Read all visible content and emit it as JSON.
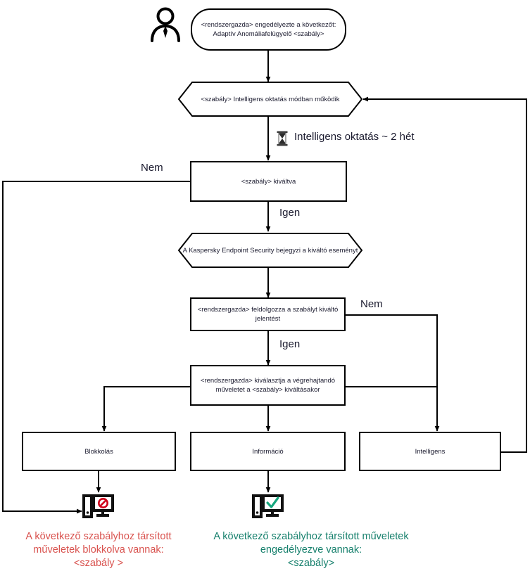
{
  "diagram": {
    "title": "Adaptiv Anomaliafelugyelo szabaly folyamatabra",
    "colors": {
      "stroke": "#000000",
      "text": "#1a1a2e",
      "blocked": "#d9534f",
      "allowed": "#17806d",
      "prohibit": "#d0021b",
      "check": "#17a77e"
    },
    "nodes": {
      "actor": {
        "icon": "person-icon"
      },
      "start": {
        "shape": "stadium",
        "text": "<rendszergazda> engedélyezte a következőt: Adaptív Anomáliafelügyelő <szabály>"
      },
      "learning_mode": {
        "shape": "hexagon",
        "text": "<szabály> Intelligens oktatás módban működik"
      },
      "triggered": {
        "shape": "rectangle",
        "text": "<szabály> kiváltva"
      },
      "log_event": {
        "shape": "hexagon",
        "text": "A Kaspersky Endpoint Security bejegyzi a kiváltó eseményt"
      },
      "process_report": {
        "shape": "rectangle",
        "text": "<rendszergazda>  feldolgozza a szabályt kiváltó jelentést"
      },
      "select_action": {
        "shape": "rectangle",
        "text": "<rendszergazda> kiválasztja a végrehajtandó műveletet a <szabály> kiváltásakor"
      },
      "block": {
        "shape": "rectangle",
        "text": "Blokkolás"
      },
      "inform": {
        "shape": "rectangle",
        "text": "Információ"
      },
      "smart": {
        "shape": "rectangle",
        "text": "Intelligens"
      }
    },
    "timer": {
      "icon": "hourglass-icon",
      "text": "Intelligens oktatás ~ 2 hét"
    },
    "edge_labels": {
      "triggered_no": "Nem",
      "triggered_yes": "Igen",
      "report_no": "Nem",
      "report_yes": "Igen"
    },
    "outcomes": {
      "blocked": {
        "icon": "monitor-blocked-icon",
        "caption": "A következő szabályhoz társított műveletek blokkolva vannak:\n<szabály >"
      },
      "allowed": {
        "icon": "monitor-allowed-icon",
        "caption": "A következő szabályhoz társított műveletek engedélyezve vannak:\n<szabály>"
      }
    }
  }
}
